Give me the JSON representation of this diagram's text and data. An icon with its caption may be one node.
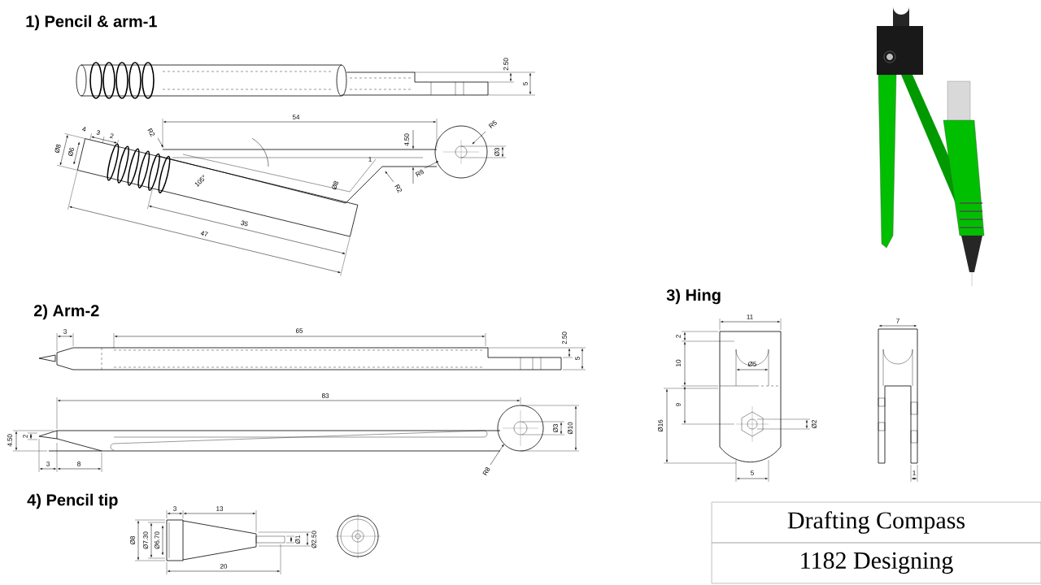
{
  "diagram": {
    "labels": [
      "1) Pencil & arm-1",
      "2.50",
      "5",
      "54",
      "R5",
      "R2",
      "4.50",
      "Ø3",
      "4",
      "3",
      "2",
      "Ø8",
      "Ø6",
      "R8",
      "1",
      "Ø8",
      "R2",
      "105°",
      "35",
      "47",
      "2) Arm-2",
      "3",
      "65",
      "2.50",
      "5",
      "83",
      "Ø3",
      "Ø10",
      "4.50",
      "2",
      "3",
      "8",
      "R8",
      "3) Hing",
      "11",
      "2",
      "10",
      "Ø5",
      "9",
      "Ø16",
      "Ø2",
      "5",
      "7",
      "1",
      "4) Pencil tip",
      "3",
      "13",
      "Ø8",
      "Ø7.30",
      "Ø6.70",
      "Ø1",
      "Ø2.50",
      "20",
      "Drafting Compass",
      "1182 Designing"
    ]
  }
}
